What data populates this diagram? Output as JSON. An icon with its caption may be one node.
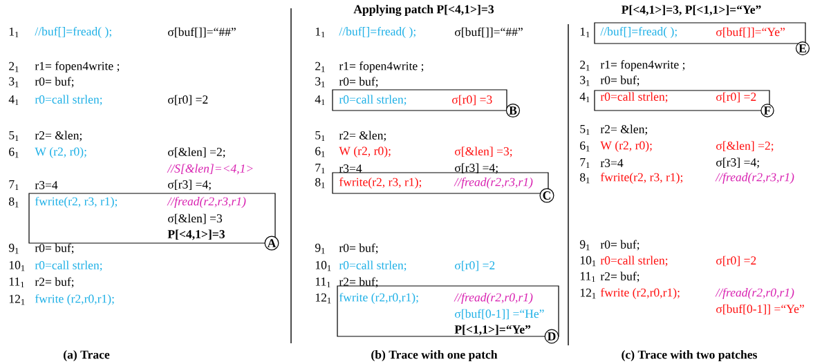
{
  "diagram": {
    "nodes": [
      {
        "text": [
          "fwrite(r2, r3, r1);",
          "//fread(r2,r3,r1)",
          "σ[&len] =3",
          "P[<4,1>]=3"
        ]
      },
      {
        "text": [
          "A"
        ]
      },
      {
        "text": [
          "r0=call strlen;",
          "σ[r0] =3"
        ]
      },
      {
        "text": [
          "B"
        ]
      },
      {
        "text": [
          "fwrite(r2, r3, r1);",
          "//fread(r2,r3,r1)"
        ]
      },
      {
        "text": [
          "C"
        ]
      },
      {
        "text": [
          "fwrite (r2,r0,r1);",
          "//fread(r2,r0,r1)",
          "σ[buf[0-1]] =“He”",
          "P[<1,1>]=“Ye”"
        ]
      },
      {
        "text": [
          "D"
        ]
      },
      {
        "text": [
          "//buf[]=fread( );",
          "σ[buf[]]=“Ye”"
        ]
      },
      {
        "text": [
          "E"
        ]
      },
      {
        "text": [
          "r0=call strlen;",
          "σ[r0] =2"
        ]
      },
      {
        "text": [
          "F"
        ]
      }
    ],
    "labels": [
      "1$_{1}$",
      "//buf[]=fread( );",
      "σ[buf[]]=“##”",
      "2$_{1}$",
      "r1= fopen4write ;",
      "3$_{1}$",
      "r0= buf;",
      "4$_{1}$",
      "r0=call strlen;",
      "σ[r0] =2",
      "5$_{1}$",
      "r2= &len;",
      "6$_{1}$",
      "W (r2, r0);",
      "σ[&len] =2;",
      "//S[&len]=<4,1>",
      "7$_{1}$",
      "r3=4",
      "σ[r3] =4;",
      "8$_{1}$",
      "9$_{1}$",
      "r0= buf;",
      "10$_{1}$",
      "r0=call strlen;",
      "11$_{1}$",
      "r2= buf;",
      "12$_{1}$",
      "fwrite (r2,r0,r1);",
      "(a) Trace",
      "Applying patch P[<4,1>]=3",
      "1$_{1}$",
      "//buf[]=fread( );",
      "σ[buf[]]=“##”",
      "2$_{1}$",
      "r1= fopen4write ;",
      "3$_{1}$",
      "r0= buf;",
      "4$_{1}$",
      "5$_{1}$",
      "r2= &len;",
      "6$_{1}$",
      "W (r2, r0);",
      "σ[&len] =3;",
      "7$_{1}$",
      "r3=4",
      "σ[r3] =4;",
      "8$_{1}$",
      "9$_{1}$",
      "r0= buf;",
      "10$_{1}$",
      "r0=call strlen;",
      "σ[r0] =2",
      "11$_{1}$",
      "r2= buf;",
      "12$_{1}$",
      "(b) Trace with one patch",
      "P[<4,1>]=3, P[<1,1>]=“Ye”",
      "1$_{1}$",
      "2$_{1}$",
      "r1= fopen4write ;",
      "3$_{1}$",
      "r0= buf;",
      "4$_{1}$",
      "5$_{1}$",
      "r2= &len;",
      "6$_{1}$",
      "W (r2, r0);",
      "σ[&len] =2;",
      "7$_{1}$",
      "r3=4",
      "σ[r3] =4;",
      "8$_{1}$",
      "fwrite(r2, r3, r1);",
      "//fread(r2,r3,r1)",
      "9$_{1}$",
      "r0= buf;",
      "10$_{1}$",
      "r0=call strlen;",
      "σ[r0] =2",
      "11$_{1}$",
      "r2= buf;",
      "12$_{1}$",
      "fwrite (r2,r0,r1);",
      "//fread(r2,r0,r1)",
      "σ[buf[0-1]] =“Ye”",
      "(c) Trace with two patches"
    ]
  }
}
